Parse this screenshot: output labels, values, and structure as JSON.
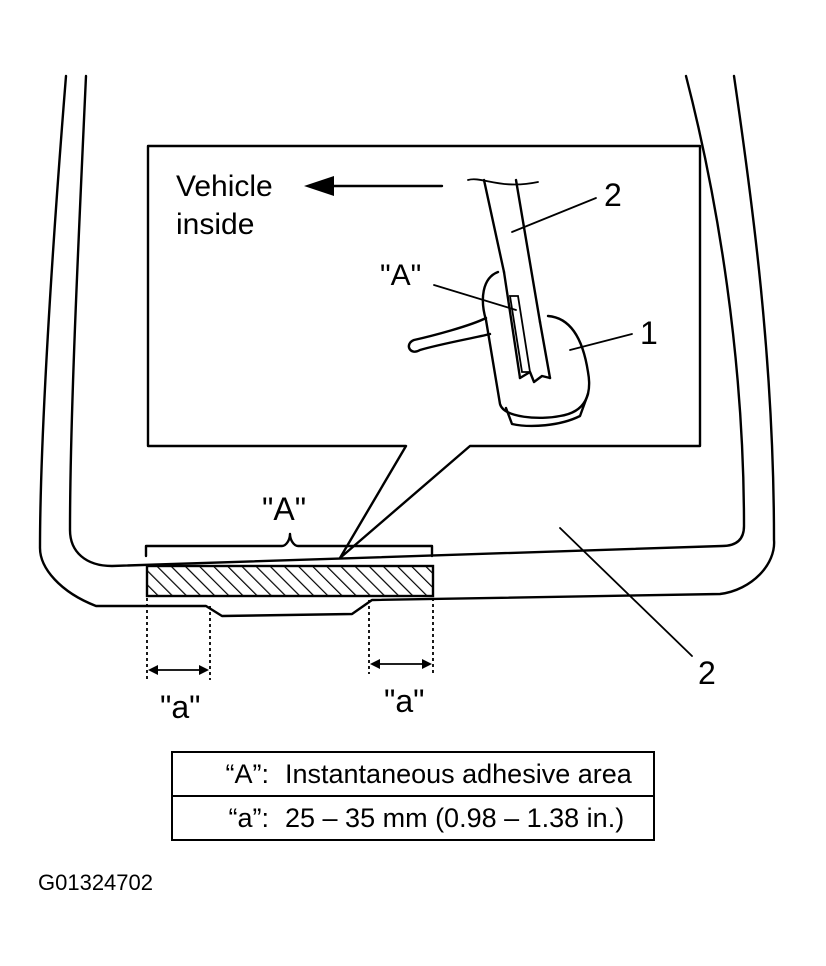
{
  "callouts": {
    "vehicle_inside_line1": "Vehicle",
    "vehicle_inside_line2": "inside",
    "part_2_inset": "2",
    "part_1": "1",
    "area_A_inset": "\"A\"",
    "area_A_main": "\"A\"",
    "a_left": "\"a\"",
    "a_right": "\"a\"",
    "part_2_main": "2"
  },
  "legend": {
    "rows": [
      {
        "key": "“A”:",
        "value": "Instantaneous adhesive area"
      },
      {
        "key": "“a”:",
        "value": "25 – 35 mm (0.98 – 1.38 in.)"
      }
    ]
  },
  "figure_code": "G01324702"
}
